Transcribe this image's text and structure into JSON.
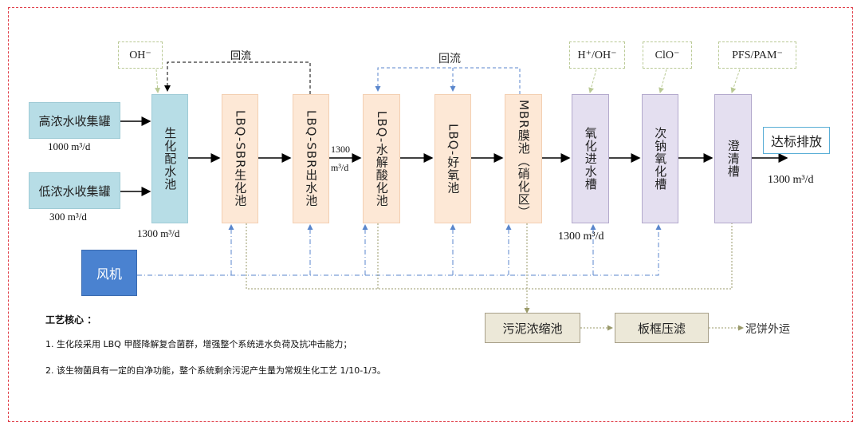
{
  "collection": {
    "high": "高浓水收集罐",
    "low": "低浓水收集罐",
    "high_flow": "1000 m³/d",
    "low_flow": "300 m³/d"
  },
  "tanks": {
    "bio_mix": "生化配水池",
    "sbr_bio": "LBQ-SBR生化池",
    "sbr_out": "LBQ-SBR出水池",
    "hydrolysis": "LBQ-水解酸化池",
    "aerobic": "LBQ-好氧池",
    "mbr": "MBR膜池（硝化区）",
    "oxidation": "氧化进水槽",
    "naclo": "次钠氧化槽",
    "clarifier": "澄清槽"
  },
  "chemicals": {
    "oh": "OH⁻",
    "h_oh": "H⁺/OH⁻",
    "clo": "ClO⁻",
    "pfs": "PFS/PAM⁻"
  },
  "flows": {
    "bio_mix_out": "1300 m³/d",
    "mid_line1": "1300",
    "mid_line2": "m³/d",
    "oxidation": "1300 m³/d",
    "final": "1300 m³/d"
  },
  "reflux": {
    "left": "回流",
    "right": "回流"
  },
  "discharge": "达标排放",
  "blower": "风机",
  "sludge": {
    "thicken": "污泥浓缩池",
    "press": "板框压滤",
    "cake": "泥饼外运"
  },
  "notes": {
    "title": "工艺核心 ：",
    "line1": "1. 生化段采用 LBQ 甲醛降解复合菌群，增强整个系统进水负荷及抗冲击能力；",
    "line2": "2. 该生物菌具有一定的自净功能，整个系统剩余污泥产生量为常规生化工艺 1/10-1/3。"
  },
  "colors": {
    "frame": "#e0404a",
    "air": "#4a78c8",
    "sludge_line": "#9a9a7a",
    "blower": "#4a82d0"
  }
}
